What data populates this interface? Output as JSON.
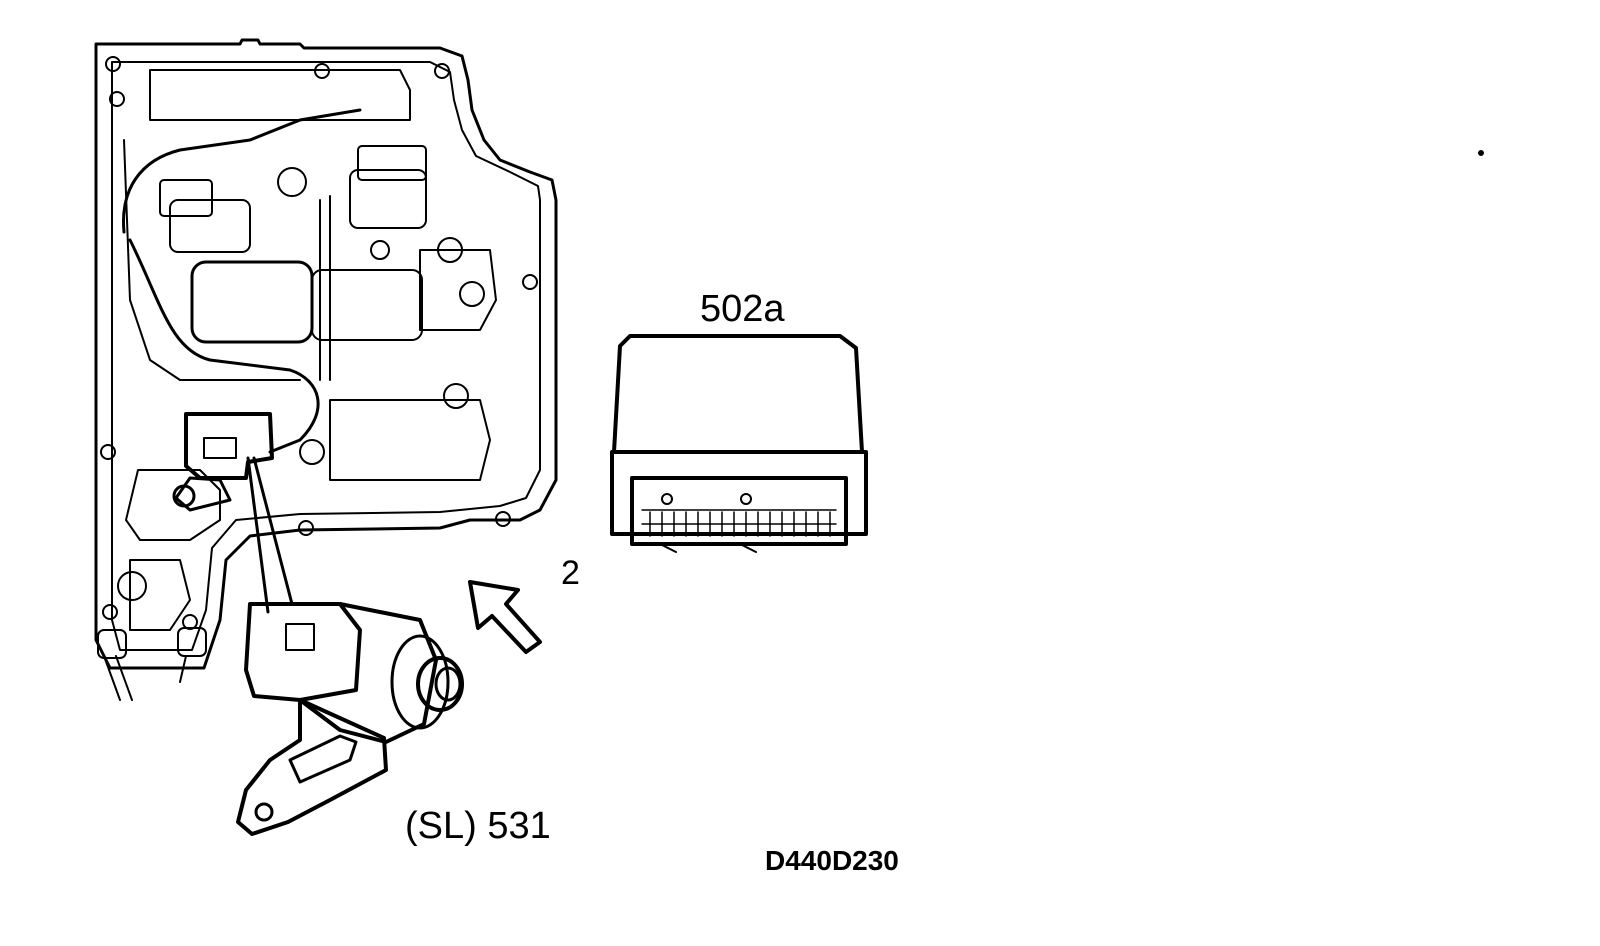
{
  "labels": {
    "ecu": "502a",
    "view_arrow": "2",
    "solenoid": "(SL) 531",
    "figure_ref": "D440D230"
  },
  "colors": {
    "line": "#000000",
    "background": "#ffffff"
  }
}
